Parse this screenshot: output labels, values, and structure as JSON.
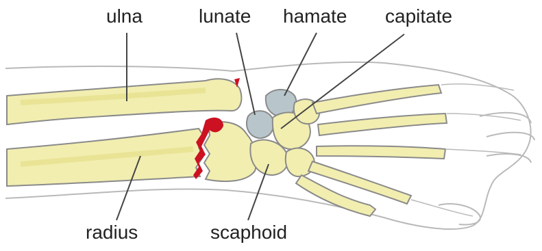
{
  "labels": {
    "ulna": "ulna",
    "lunate": "lunate",
    "hamate": "hamate",
    "capitate": "capitate",
    "radius": "radius",
    "scaphoid": "scaphoid"
  },
  "colors": {
    "bone_fill": "#f2eeb0",
    "bone_shade": "#e6df8a",
    "outline": "#8a8a8a",
    "skin_outline": "#b9b9b9",
    "fracture": "#cc1122",
    "carpal_shadow": "#b8c6cc",
    "leader": "#444444"
  }
}
